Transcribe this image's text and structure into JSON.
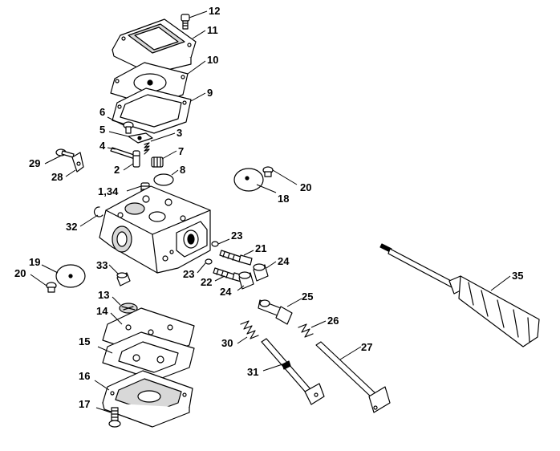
{
  "callouts": {
    "c1_34": "1,34",
    "c2": "2",
    "c3": "3",
    "c4": "4",
    "c5": "5",
    "c6": "6",
    "c7": "7",
    "c8": "8",
    "c9": "9",
    "c10": "10",
    "c11": "11",
    "c12": "12",
    "c13": "13",
    "c14": "14",
    "c15": "15",
    "c16": "16",
    "c17": "17",
    "c18": "18",
    "c19": "19",
    "c20a": "20",
    "c20b": "20",
    "c21": "21",
    "c22": "22",
    "c23a": "23",
    "c23b": "23",
    "c24a": "24",
    "c24b": "24",
    "c25": "25",
    "c26": "26",
    "c27": "27",
    "c28": "28",
    "c29": "29",
    "c30": "30",
    "c31": "31",
    "c32": "32",
    "c33": "33",
    "c35": "35"
  },
  "colors": {
    "line": "#000000",
    "background": "#ffffff"
  }
}
